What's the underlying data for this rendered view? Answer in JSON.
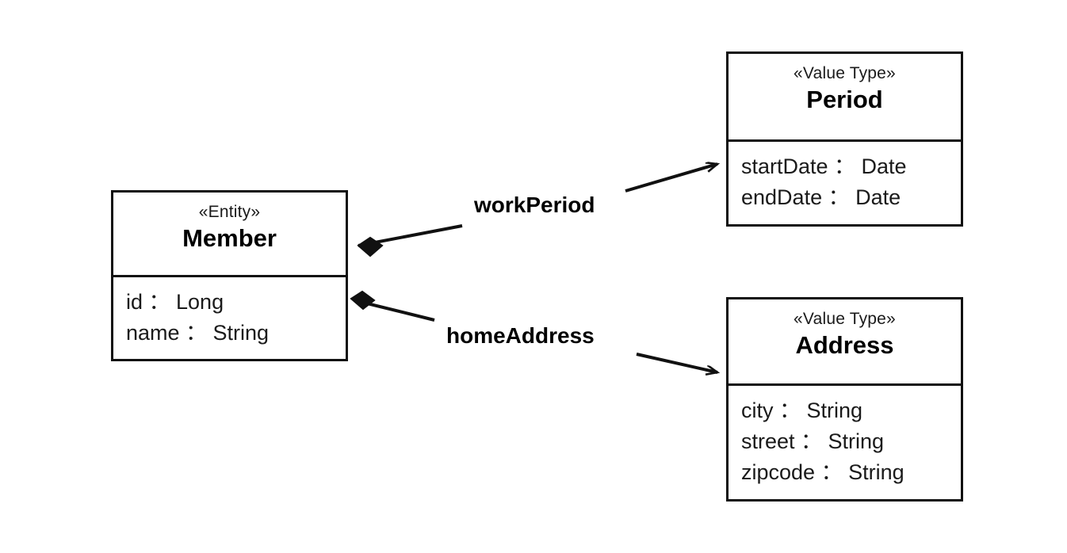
{
  "diagram": {
    "type": "uml-class-diagram",
    "background_color": "#ffffff",
    "line_color": "#111111",
    "classes": [
      {
        "id": "member",
        "stereotype": "«Entity»",
        "name": "Member",
        "attributes": [
          "id ： Long",
          "name ： String"
        ]
      },
      {
        "id": "period",
        "stereotype": "«Value Type»",
        "name": "Period",
        "attributes": [
          "startDate ： Date",
          "endDate ： Date"
        ]
      },
      {
        "id": "address",
        "stereotype": "«Value Type»",
        "name": "Address",
        "attributes": [
          "city ： String",
          "street ： String",
          "zipcode ： String"
        ]
      }
    ],
    "associations": [
      {
        "id": "work-period",
        "label": "workPeriod",
        "from": "member",
        "to": "period",
        "source_marker": "filled-diamond",
        "target_marker": "open-arrow"
      },
      {
        "id": "home-address",
        "label": "homeAddress",
        "from": "member",
        "to": "address",
        "source_marker": "filled-diamond",
        "target_marker": "open-arrow"
      }
    ]
  }
}
